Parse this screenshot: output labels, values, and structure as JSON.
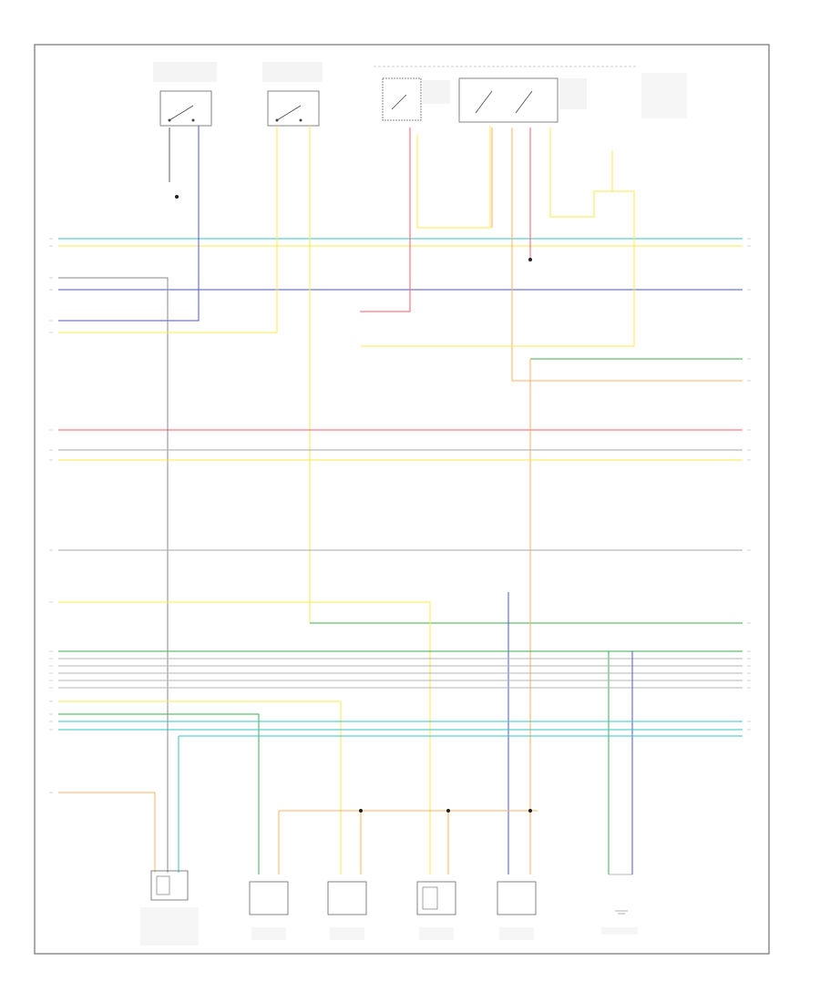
{
  "footer_id": "",
  "colors": {
    "green": "#37b24d",
    "yellow": "#ffe94d",
    "blue": "#4a55d8",
    "red": "#ff5a6e",
    "orange": "#ffb060",
    "cyan": "#36c4c4",
    "gray": "#777777",
    "lightgray": "#b4b4b4",
    "ground": "#222222"
  },
  "components": [
    {
      "id": "switch-1",
      "type": "switch"
    },
    {
      "id": "switch-2",
      "type": "switch"
    },
    {
      "id": "relay-1",
      "type": "relay"
    },
    {
      "id": "relay-2",
      "type": "relay"
    },
    {
      "id": "sensor-1",
      "type": "sensor"
    },
    {
      "id": "injector-1",
      "type": "injector"
    },
    {
      "id": "injector-2",
      "type": "injector"
    },
    {
      "id": "injector-3",
      "type": "injector"
    },
    {
      "id": "injector-4",
      "type": "injector"
    },
    {
      "id": "ground-1",
      "type": "ground"
    }
  ]
}
